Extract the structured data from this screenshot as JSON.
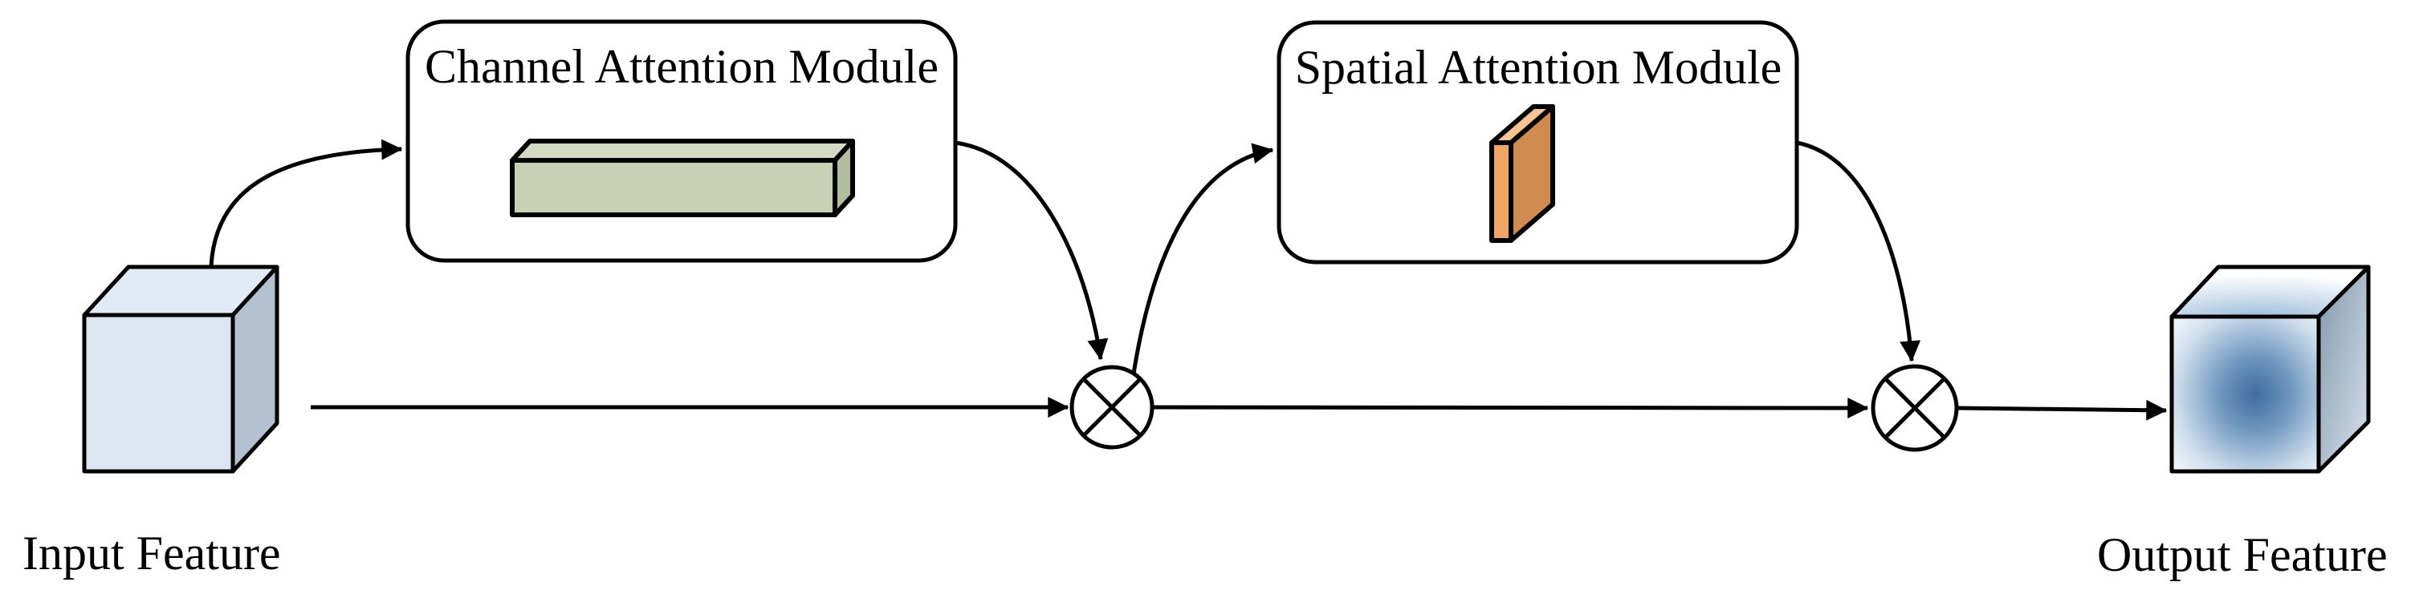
{
  "diagram": {
    "type": "flow-diagram",
    "background": "#ffffff",
    "nodes": {
      "input_feature": {
        "label": "Input Feature",
        "shape": "3d-cube"
      },
      "channel_attention_module": {
        "title": "Channel Attention Module",
        "shape": "rounded-box",
        "inner_shape": "3d-bar"
      },
      "spatial_attention_module": {
        "title": "Spatial Attention Module",
        "shape": "rounded-box",
        "inner_shape": "3d-slab"
      },
      "output_feature": {
        "label": "Output Feature",
        "shape": "3d-cube-gradient"
      },
      "multiply_operators": {
        "symbol": "⊗",
        "count": 2
      }
    },
    "colors": {
      "stroke": "#000000",
      "module_box_fill": "#ffffff",
      "input_cube": {
        "front": "#dbe6f2",
        "top": "#e1eaf5",
        "side": "#b4c1d1"
      },
      "green_bar": {
        "front": "#c9d1b5",
        "top": "#d3dac1",
        "side": "#b2bd9e"
      },
      "orange_slab": {
        "front": "#f0a765",
        "top": "#f6c592",
        "side": "#d08c50"
      },
      "output_cube": {
        "front_center": "#3e6da1",
        "front_mid": "#6f97bf",
        "front_fade": "#cfdeed",
        "front_edge": "#ffffff",
        "top_blue": "#8fb4d6",
        "top_fade": "#ffffff",
        "side_dark": "#8197ad",
        "side_light": "#d9e3ec"
      }
    }
  }
}
